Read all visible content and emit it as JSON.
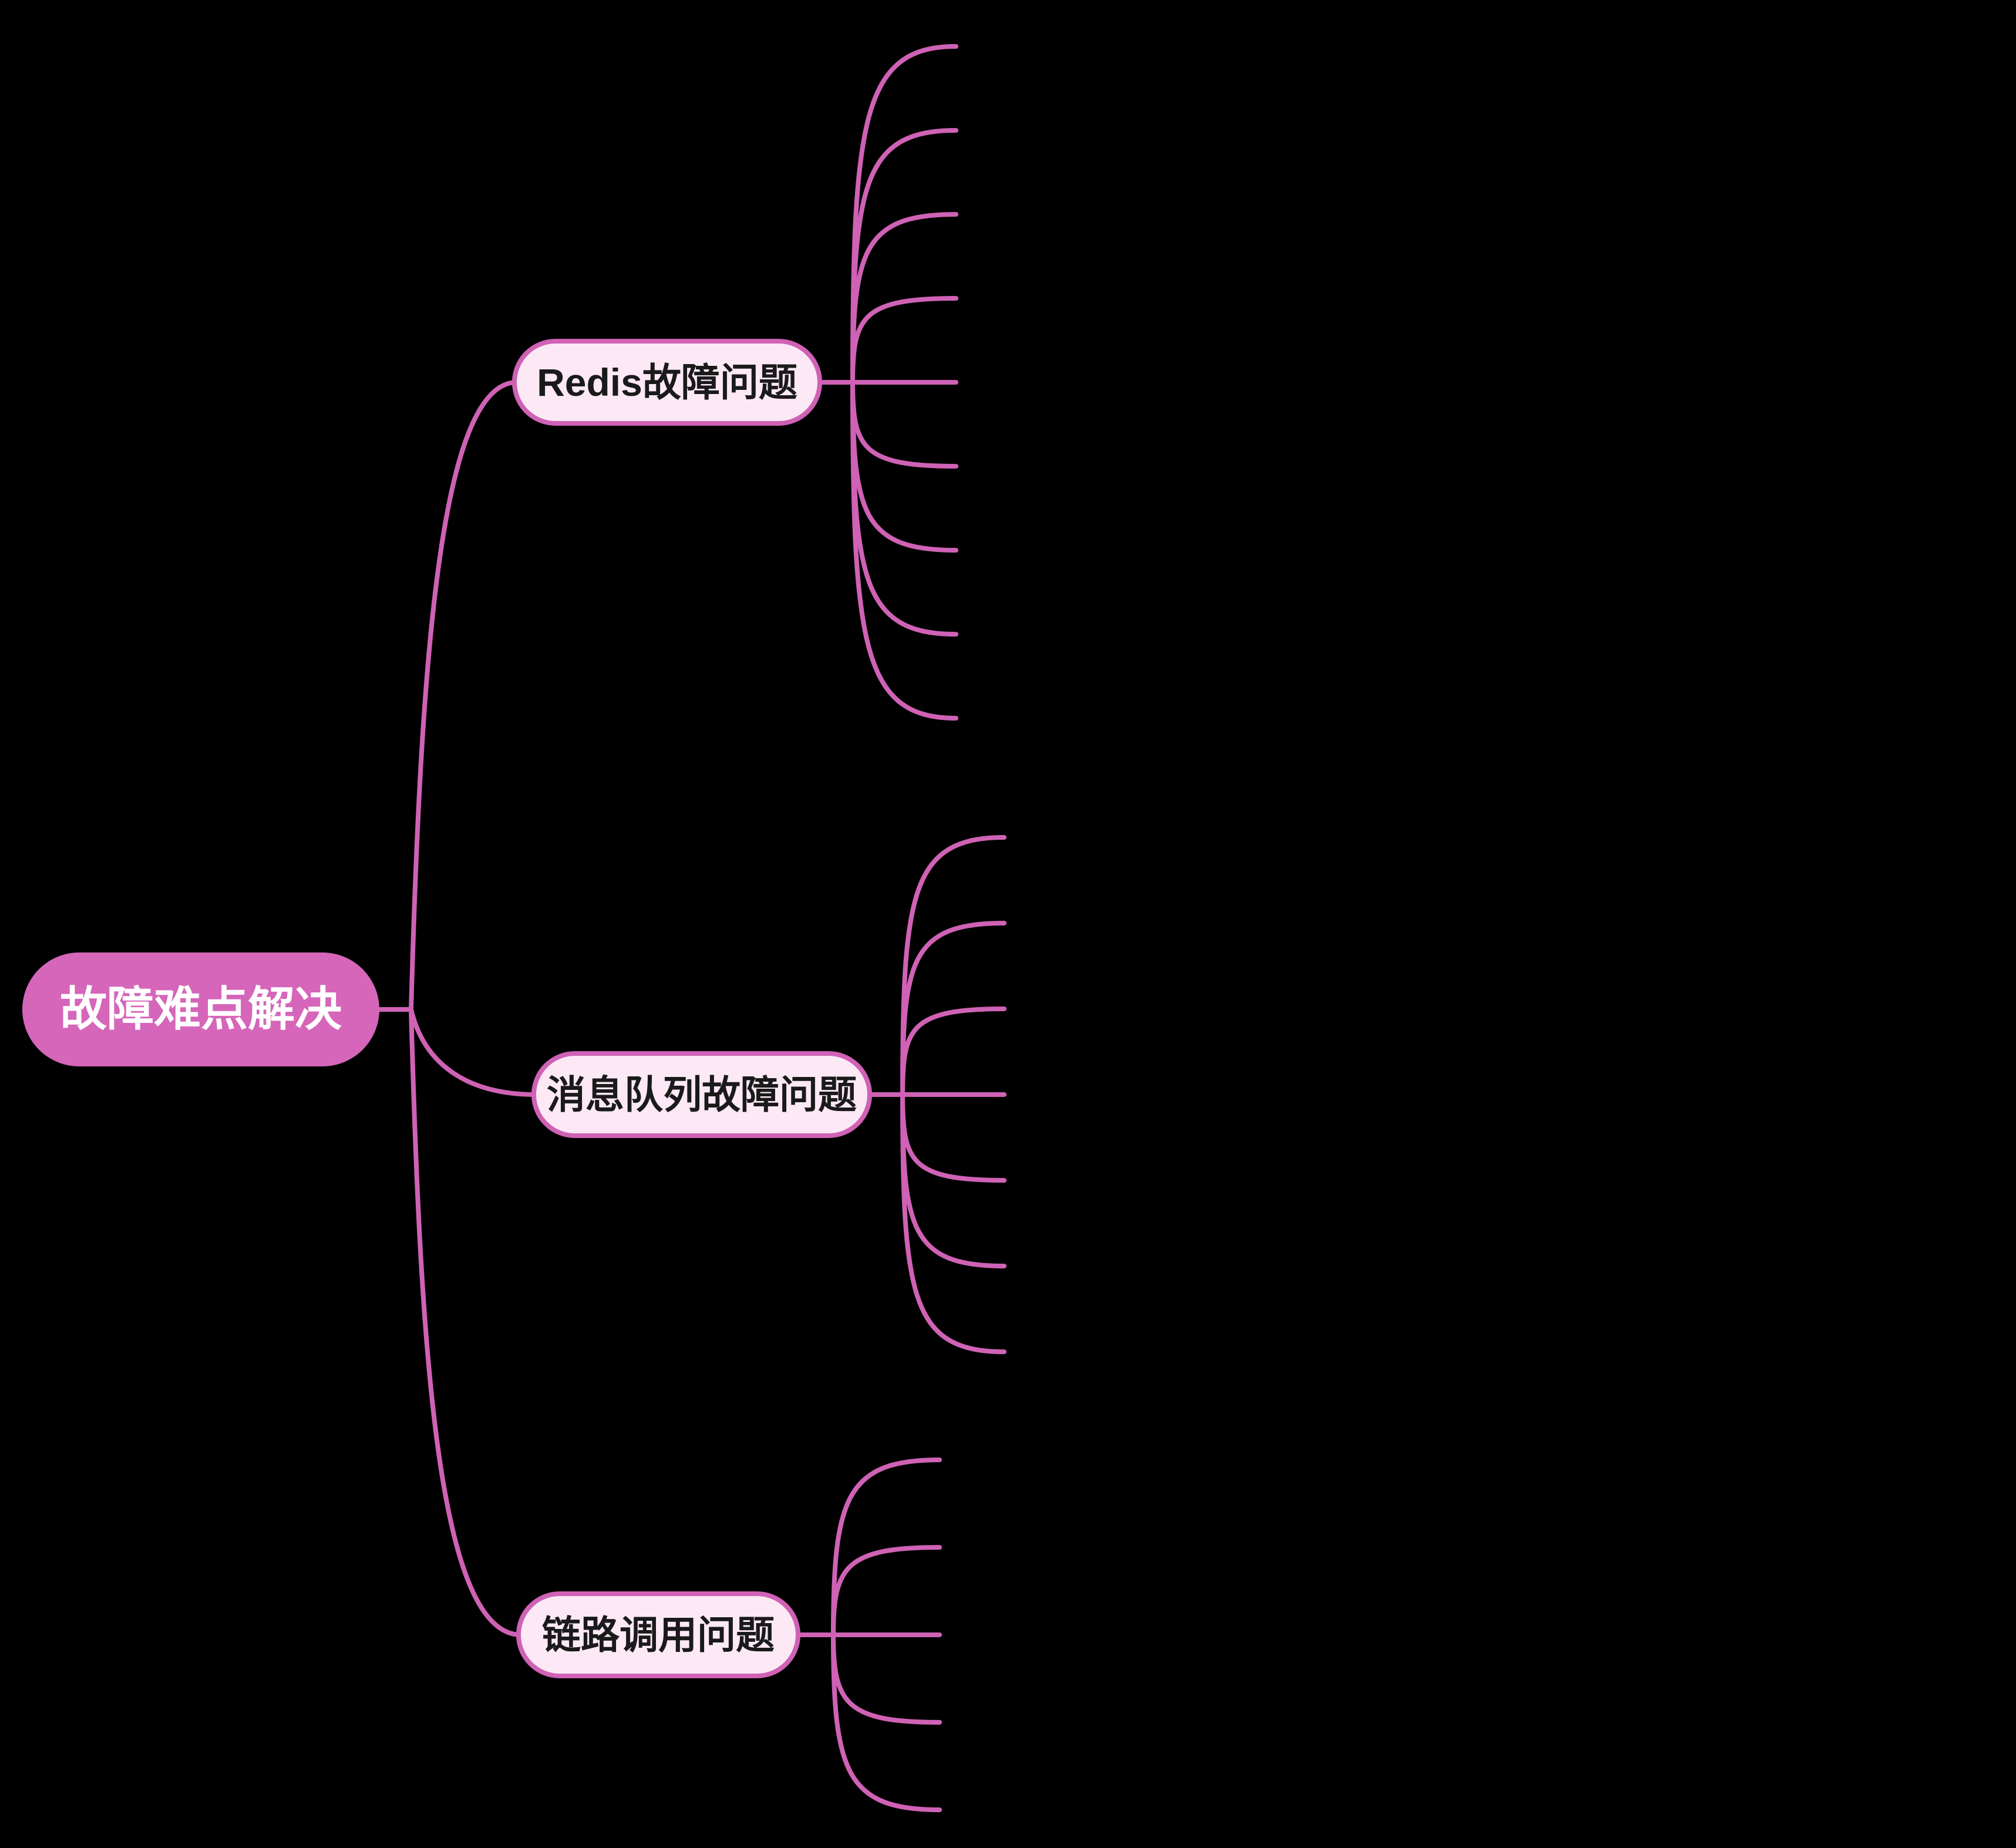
{
  "colors": {
    "background": "#000000",
    "branch": "#cf62b5",
    "root_fill": "#d566ba",
    "root_text": "#ffffff",
    "child_fill": "#fce9f5",
    "child_border": "#cf62b5",
    "child_text": "#1a1a1a"
  },
  "diagram": {
    "type": "mindmap",
    "root": {
      "label": "故障难点解决"
    },
    "children": [
      {
        "label": "Redis故障问题",
        "leaf_count": 9
      },
      {
        "label": "消息队列故障问题",
        "leaf_count": 7
      },
      {
        "label": "链路调用问题",
        "leaf_count": 5
      }
    ]
  }
}
